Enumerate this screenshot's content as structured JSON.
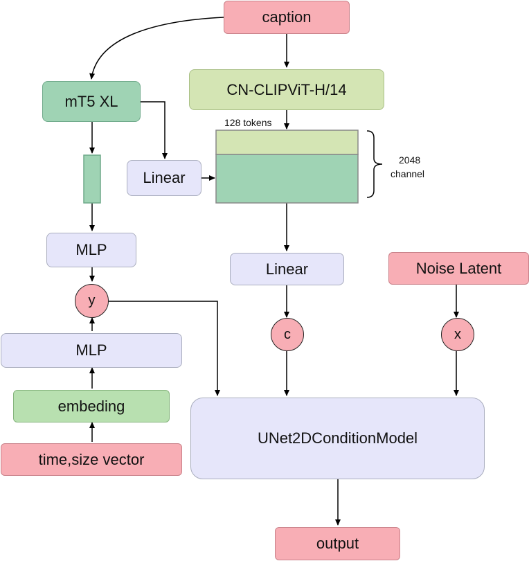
{
  "nodes": {
    "caption": "caption",
    "clip": "CN-CLIPViT-H/14",
    "mt5": "mT5 XL",
    "linear_left": "Linear",
    "mlp_top": "MLP",
    "y": "y",
    "mlp_bottom": "MLP",
    "embedding": "embeding",
    "time_size": "time,size vector",
    "linear_mid": "Linear",
    "c": "c",
    "noise_latent": "Noise Latent",
    "x": "x",
    "unet": "UNet2DConditionModel",
    "output": "output"
  },
  "annotations": {
    "tokens": "128 tokens",
    "channel_count": "2048",
    "channel_word": "channel"
  },
  "colors": {
    "pink": "#f8aeb5",
    "light_green": "#d4e5b4",
    "dark_green": "#9fd3b4",
    "mid_green": "#b8e0b0",
    "lavender": "#e6e6fa"
  }
}
